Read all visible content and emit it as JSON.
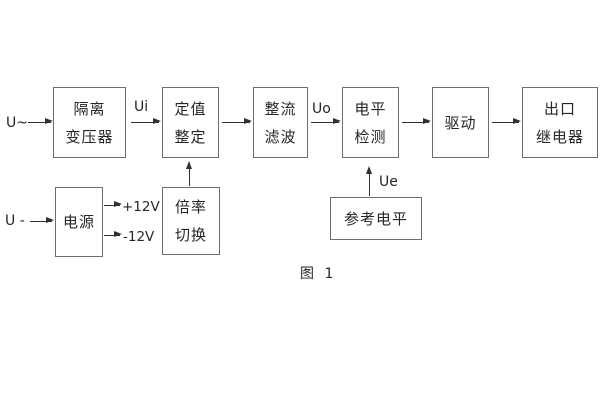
{
  "figure": {
    "caption": "图 1"
  },
  "io_labels": {
    "ac_input": "U~",
    "dc_input": "U -",
    "ui": "Ui",
    "uo": "Uo",
    "ue": "Ue",
    "plus12": "+12V",
    "minus12": "-12V"
  },
  "blocks": {
    "isolation_transformer": {
      "line1": "隔离",
      "line2": "变压器"
    },
    "setting_adjust": {
      "line1": "定值",
      "line2": "整定"
    },
    "rectify_filter": {
      "line1": "整流",
      "line2": "滤波"
    },
    "level_detect": {
      "line1": "电平",
      "line2": "检测"
    },
    "drive": {
      "label": "驱动"
    },
    "output_relay": {
      "line1": "出口",
      "line2": "继电器"
    },
    "power_supply": {
      "label": "电源"
    },
    "ratio_switch": {
      "line1": "倍率",
      "line2": "切换"
    },
    "reference_level": {
      "label": "参考电平"
    }
  },
  "colors": {
    "background": "#ffffff",
    "box_border": "#6e6e6e",
    "text": "#262626",
    "arrow": "#303030"
  }
}
